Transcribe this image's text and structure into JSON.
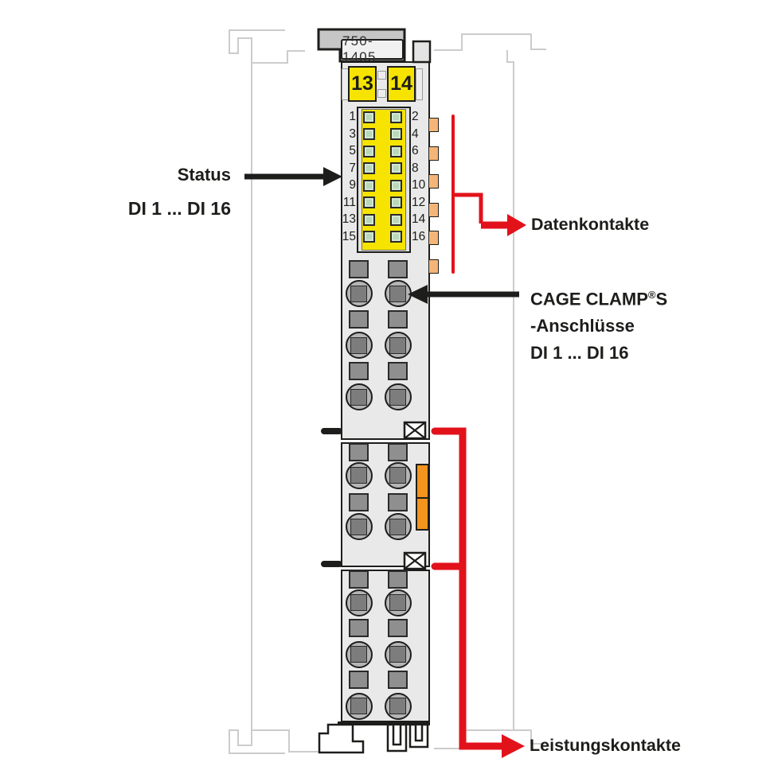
{
  "module": {
    "order_number": "750-1405",
    "terminal_numbers": [
      "13",
      "14"
    ],
    "led_left_numbers": [
      "1",
      "3",
      "5",
      "7",
      "9",
      "11",
      "13",
      "15"
    ],
    "led_right_numbers": [
      "2",
      "4",
      "6",
      "8",
      "10",
      "12",
      "14",
      "16"
    ],
    "led_count": 16,
    "data_contact_count": 6
  },
  "labels": {
    "status_line1": "Status",
    "status_line2": "DI 1 ... DI 16",
    "datenkontakte": "Datenkontakte",
    "cage_line1_pre": "CAGE CLAMP",
    "cage_line1_sup": "®",
    "cage_line1_post": "S",
    "cage_line2": "-Anschlüsse",
    "cage_line3": "DI 1 ... DI 16",
    "leistungskontakte": "Leistungskontakte"
  },
  "colors": {
    "terminal_yellow": "#f6e400",
    "led_green": "#b9d7b9",
    "data_contact_orange": "#f5b577",
    "power_contact_orange": "#f2941e",
    "wago_red": "#e2121b",
    "body_gray": "#e9e9e9",
    "cap_gray": "#c6c6c6",
    "outline_gray": "#cccccc",
    "ink": "#1d1d1b"
  }
}
